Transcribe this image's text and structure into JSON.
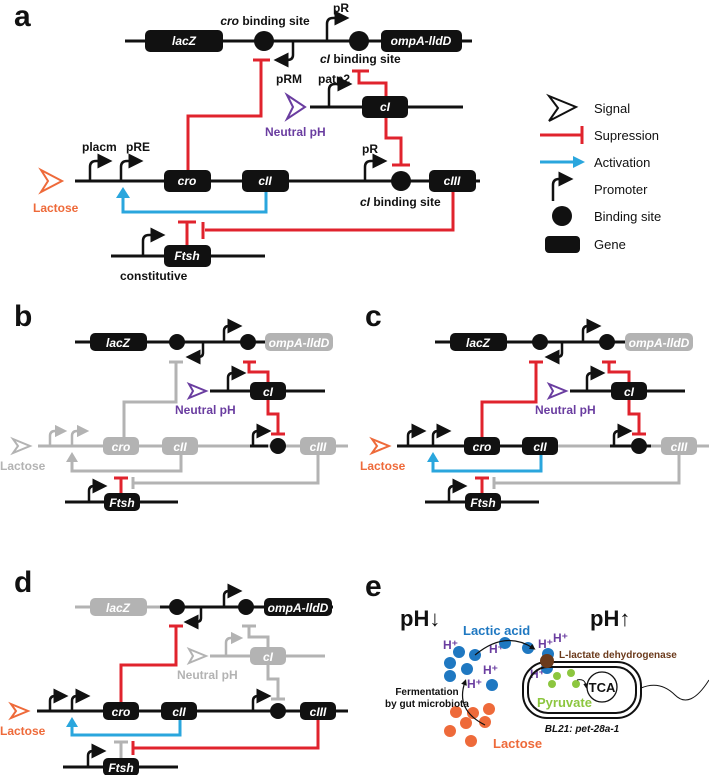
{
  "colors": {
    "black": "#111111",
    "gray": "#b3b3b3",
    "red": "#e0232d",
    "blue": "#2aa6dd",
    "orange": "#ee6a3a",
    "purple": "#6a3da0",
    "green": "#8cc63f",
    "brown": "#6b3a1b",
    "lactic_blue": "#1f78c1"
  },
  "panels": {
    "a": {
      "letter": "a",
      "genes": {
        "lacZ": "lacZ",
        "ompA": "ompA-lldD",
        "cI": "cI",
        "cro": "cro",
        "cII": "cII",
        "cIII": "cIII",
        "ftsh": "Ftsh"
      },
      "labels": {
        "cro_binding_prefix": "cro",
        "cro_binding_suffix": " binding site",
        "pR_top": "pR",
        "pRM": "pRM",
        "ci_binding_prefix": "cI",
        "ci_binding_suffix": " binding site",
        "patp2": "patp2",
        "neutral_ph": "Neutral pH",
        "placm": "placm",
        "pRE": "pRE",
        "pR_mid": "pR",
        "ci_binding2_prefix": "cI",
        "ci_binding2_suffix": " binding site",
        "lactose": "Lactose",
        "constitutive": "constitutive"
      }
    },
    "b": {
      "letter": "b",
      "neutral_ph": "Neutral pH",
      "lactose": "Lactose"
    },
    "c": {
      "letter": "c",
      "neutral_ph": "Neutral pH",
      "lactose": "Lactose"
    },
    "d": {
      "letter": "d",
      "neutral_ph": "Neutral pH",
      "lactose": "Lactose"
    },
    "e": {
      "letter": "e",
      "ph_down": "pH↓",
      "ph_up": "pH↑",
      "lactic_acid": "Lactic acid",
      "h_plus": "H⁺",
      "fermentation_line1": "Fermentation",
      "fermentation_line2": "by gut microbiota",
      "lactose": "Lactose",
      "enzyme": "L-lactate dehydrogenase",
      "pyruvate": "Pyruvate",
      "tca": "TCA",
      "strain": "BL21: pet-28a-1"
    }
  },
  "legend": {
    "items": [
      {
        "icon": "signal-icon",
        "label": "Signal"
      },
      {
        "icon": "suppression-icon",
        "label": "Supression"
      },
      {
        "icon": "activation-icon",
        "label": "Activation"
      },
      {
        "icon": "promoter-icon",
        "label": "Promoter"
      },
      {
        "icon": "binding-site-icon",
        "label": "Binding site"
      },
      {
        "icon": "gene-icon",
        "label": "Gene"
      }
    ]
  }
}
